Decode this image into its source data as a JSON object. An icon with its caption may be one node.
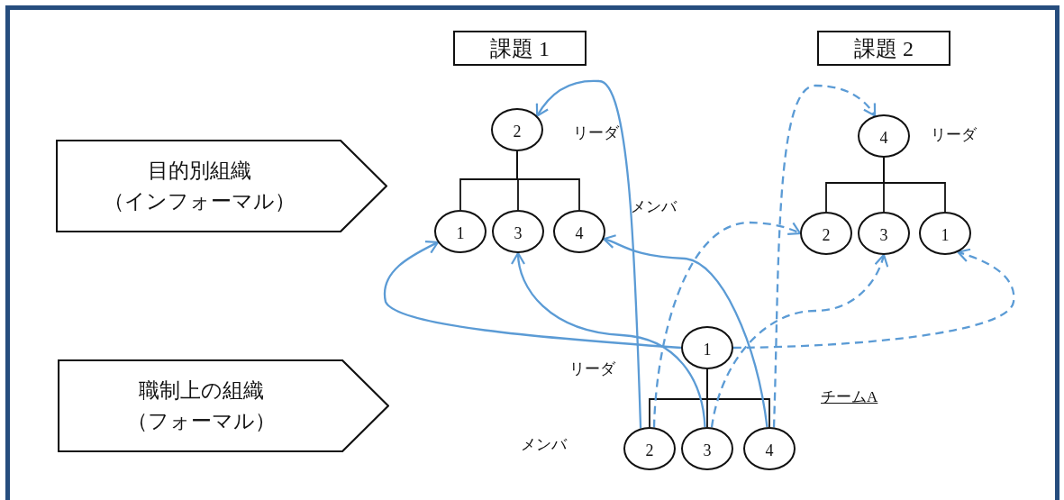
{
  "diagram": {
    "nodes": [
      {
        "text": [
          "課題 1"
        ]
      },
      {
        "text": [
          "課題 2"
        ]
      },
      {
        "text": [
          "目的別組織（インフォーマル）"
        ]
      },
      {
        "text": [
          "職制上の組織（フォーマル）"
        ]
      },
      {
        "text": [
          "2"
        ]
      },
      {
        "text": [
          "1"
        ]
      },
      {
        "text": [
          "3"
        ]
      },
      {
        "text": [
          "4"
        ]
      },
      {
        "text": [
          "4"
        ]
      },
      {
        "text": [
          "2"
        ]
      },
      {
        "text": [
          "3"
        ]
      },
      {
        "text": [
          "1"
        ]
      },
      {
        "text": [
          "1"
        ]
      },
      {
        "text": [
          "2"
        ]
      },
      {
        "text": [
          "3"
        ]
      },
      {
        "text": [
          "4"
        ]
      }
    ],
    "edges": [
      {
        "from": 4,
        "to": 5,
        "arrow": "none"
      },
      {
        "from": 4,
        "to": 6,
        "arrow": "none"
      },
      {
        "from": 4,
        "to": 7,
        "arrow": "none"
      },
      {
        "from": 8,
        "to": 9,
        "arrow": "none"
      },
      {
        "from": 8,
        "to": 10,
        "arrow": "none"
      },
      {
        "from": 8,
        "to": 11,
        "arrow": "none"
      },
      {
        "from": 12,
        "to": 13,
        "arrow": "none"
      },
      {
        "from": 12,
        "to": 14,
        "arrow": "none"
      },
      {
        "from": 12,
        "to": 15,
        "arrow": "none"
      },
      {
        "from": 13,
        "to": 4,
        "arrow": "to",
        "color": "#5b9bd5"
      },
      {
        "from": 12,
        "to": 5,
        "arrow": "to",
        "color": "#5b9bd5"
      },
      {
        "from": 14,
        "to": 6,
        "arrow": "to",
        "color": "#5b9bd5"
      },
      {
        "from": 15,
        "to": 7,
        "arrow": "to",
        "color": "#5b9bd5"
      },
      {
        "from": 15,
        "to": 8,
        "arrow": "to",
        "style": "dashed",
        "color": "#5b9bd5"
      },
      {
        "from": 13,
        "to": 9,
        "arrow": "to",
        "style": "dashed",
        "color": "#5b9bd5"
      },
      {
        "from": 14,
        "to": 10,
        "arrow": "to",
        "style": "dashed",
        "color": "#5b9bd5"
      },
      {
        "from": 12,
        "to": 11,
        "arrow": "to",
        "style": "dashed",
        "color": "#5b9bd5"
      }
    ],
    "labels": [
      "リーダ",
      "リーダ",
      "メンバ",
      "リーダ",
      "チームA",
      "メンバ"
    ]
  }
}
